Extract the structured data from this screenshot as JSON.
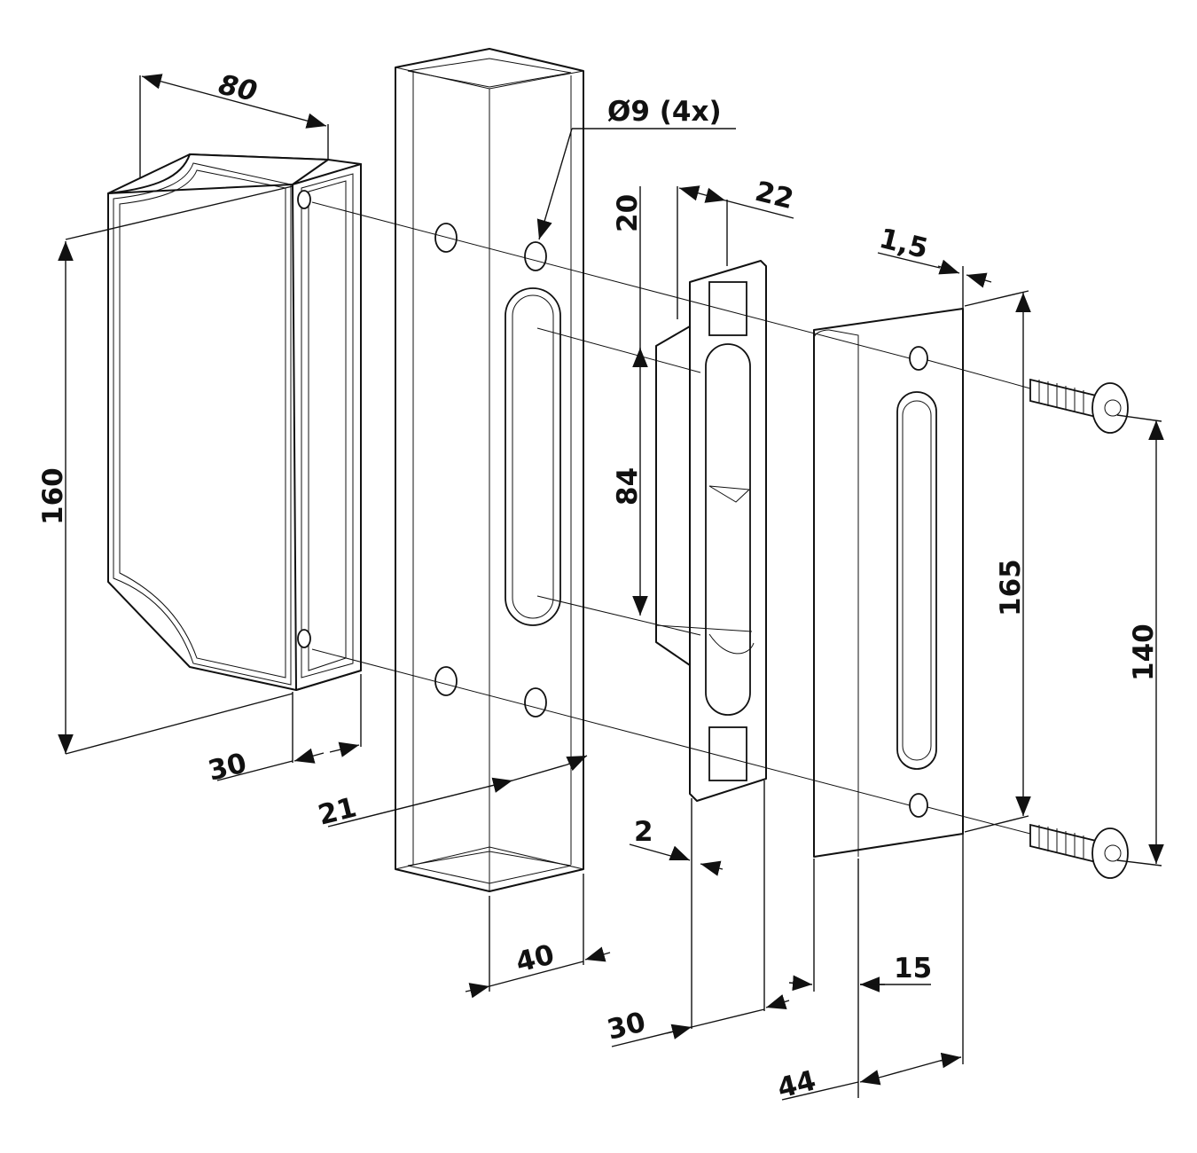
{
  "colors": {
    "line": "#111111",
    "background": "#ffffff"
  },
  "dimensions": {
    "box_width": "80",
    "box_height": "160",
    "box_depth": "30",
    "hole_diameter": "Ø9 (4x)",
    "post_slot_offset": "21",
    "post_width": "40",
    "keeper_top_offset": "20",
    "keeper_width": "22",
    "keeper_slot_length": "84",
    "keeper_thickness": "2",
    "keeper_depth": "30",
    "plate_thickness": "1,5",
    "plate_height": "165",
    "screw_spacing": "140",
    "plate_flange": "15",
    "plate_width": "44"
  }
}
